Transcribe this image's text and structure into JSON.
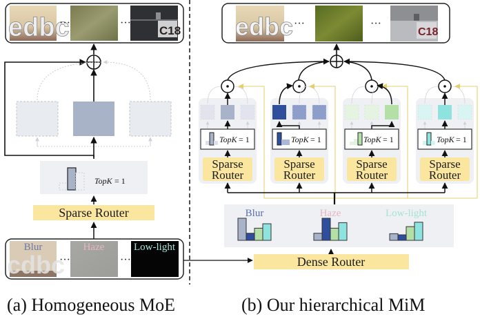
{
  "captions": {
    "left": "(a) Homogeneous MoE",
    "right": "(b) Our hierarchical MiM"
  },
  "left_panel": {
    "router_label": "Sparse Router",
    "topk_label": "TopK",
    "topk_value": "= 1",
    "combine_symbol": "⊕",
    "ellipsis": "···",
    "input_labels": [
      "Blur",
      "Haze",
      "Low-light"
    ],
    "input_label_colors": [
      "#6d78a8",
      "#e5b7bd",
      "#9fe3d6"
    ],
    "output_images": [
      "restored-text-edbc",
      "restored-foliage",
      "restored-sign-C18"
    ],
    "input_images": [
      "blurred-text",
      "hazy-image",
      "low-light-image"
    ],
    "sign_text": "C18"
  },
  "right_panel": {
    "dense_router_label": "Dense Router",
    "combine_symbol": "⊕",
    "gate_symbol": "⊙",
    "ellipsis": "···",
    "sign_text": "C18",
    "degradation_groups": [
      {
        "label": "Blur",
        "color": "#5b6fb0",
        "weights": [
          1.0,
          0.32,
          0.55,
          0.75
        ]
      },
      {
        "label": "Haze",
        "color": "#e8b6bf",
        "weights": [
          0.32,
          1.0,
          0.55,
          0.8
        ]
      },
      {
        "label": "Low-light",
        "color": "#a6e2d6",
        "weights": [
          0.3,
          0.25,
          0.62,
          0.82
        ]
      }
    ],
    "expert_colors": [
      "#a8b2c8",
      "#2f4e9e",
      "#b4e0a8",
      "#8fe3de"
    ],
    "sub_moes": [
      {
        "router_label_1": "Sparse",
        "router_label_2": "Router",
        "topk_label": "TopK",
        "topk_value": "= 1",
        "selected_expert": 2,
        "expert_color": "#a8b2c8"
      },
      {
        "router_label_1": "Sparse",
        "router_label_2": "Router",
        "topk_label": "TopK",
        "topk_value": "= 1",
        "selected_expert": 1,
        "expert_color": "#2f4e9e"
      },
      {
        "router_label_1": "Sparse",
        "router_label_2": "Router",
        "topk_label": "TopK",
        "topk_value": "= 1",
        "selected_expert": 3,
        "expert_color": "#b4e0a8"
      },
      {
        "router_label_1": "Sparse",
        "router_label_2": "Router",
        "topk_label": "TopK",
        "topk_value": "= 1",
        "selected_expert": 2,
        "expert_color": "#8fe3de"
      }
    ]
  },
  "colors": {
    "router_fill": "#fbe6a0",
    "panel_fill": "#eef0f3",
    "yellow_line": "#ead98a",
    "line": "#111111",
    "faded_line": "#c9ccd2"
  }
}
